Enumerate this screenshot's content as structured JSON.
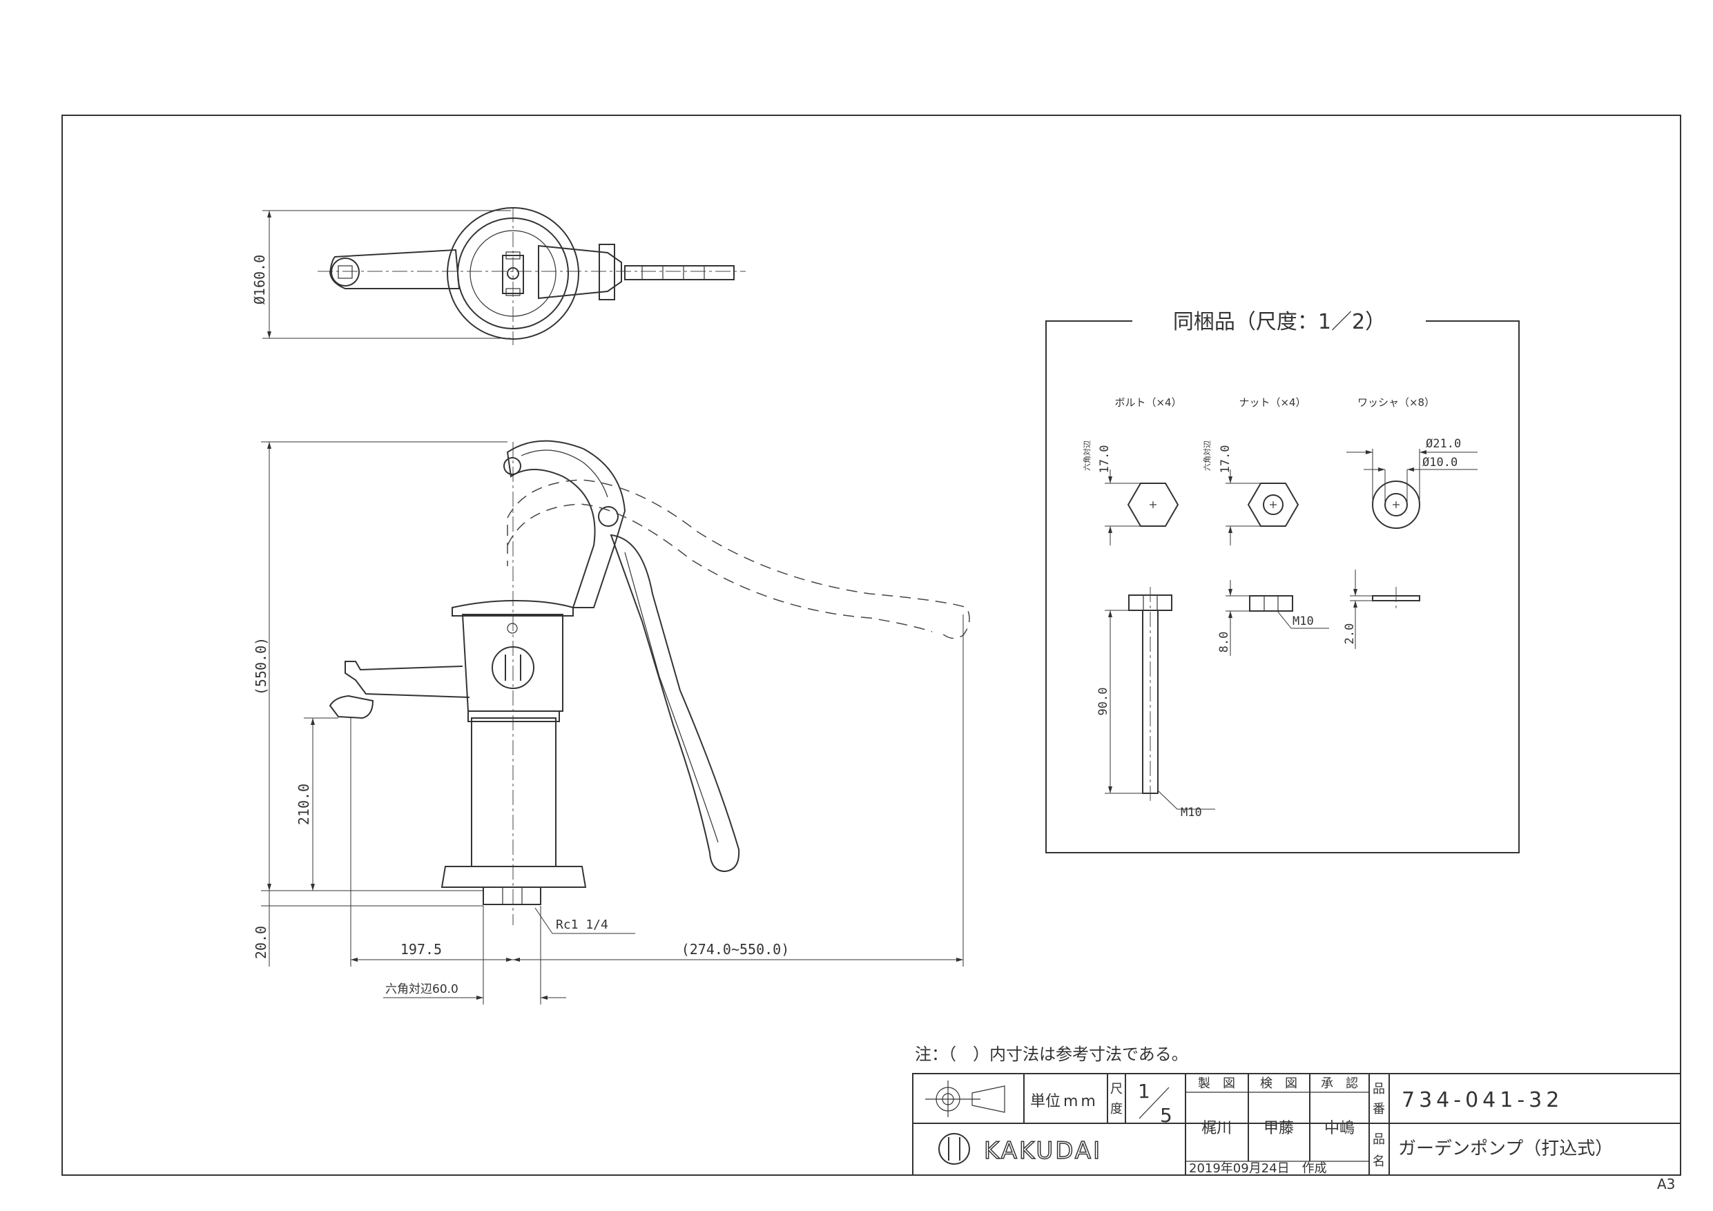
{
  "sheet": {
    "size_label": "A3"
  },
  "top_view": {
    "dim_diameter": "Ø160.0"
  },
  "side_view": {
    "dim_height": "(550.0)",
    "dim_spout_height": "210.0",
    "dim_base": "20.0",
    "dim_spout_reach": "197.5",
    "dim_handle_reach": "(274.0~550.0)",
    "dim_hex": "六角対辺60.0",
    "thread_label": "Rc1 1/4"
  },
  "accessories": {
    "title": "同梱品（尺度：1／2）",
    "bolt": {
      "label": "ボルト（×4）",
      "hex_note": "六角対辺",
      "hex_dim": "17.0",
      "length_dim": "90.0",
      "thread": "M10"
    },
    "nut": {
      "label": "ナット（×4）",
      "hex_note": "六角対辺",
      "hex_dim": "17.0",
      "thickness_dim": "8.0",
      "thread": "M10"
    },
    "washer": {
      "label": "ワッシャ（×8）",
      "outer_dim": "Ø21.0",
      "inner_dim": "Ø10.0",
      "thickness_dim": "2.0"
    }
  },
  "note": "注：（　）内寸法は参考寸法である。",
  "title_block": {
    "unit_label": "単位",
    "unit_value": "mm",
    "scale_label_1": "尺",
    "scale_label_2": "度",
    "scale_num": "1",
    "scale_den": "5",
    "made_label": "製　図",
    "checked_label": "検　図",
    "approved_label": "承　認",
    "made_name": "梶川",
    "checked_name": "甲藤",
    "approved_name": "中嶋",
    "date": "2019年09月24日　作成",
    "part_no_label_1": "品",
    "part_no_label_2": "番",
    "part_no": "734-041-32",
    "part_name_label_1": "品",
    "part_name_label_2": "名",
    "part_name": "ガーデンポンプ（打込式）",
    "brand": "KAKUDAI"
  }
}
